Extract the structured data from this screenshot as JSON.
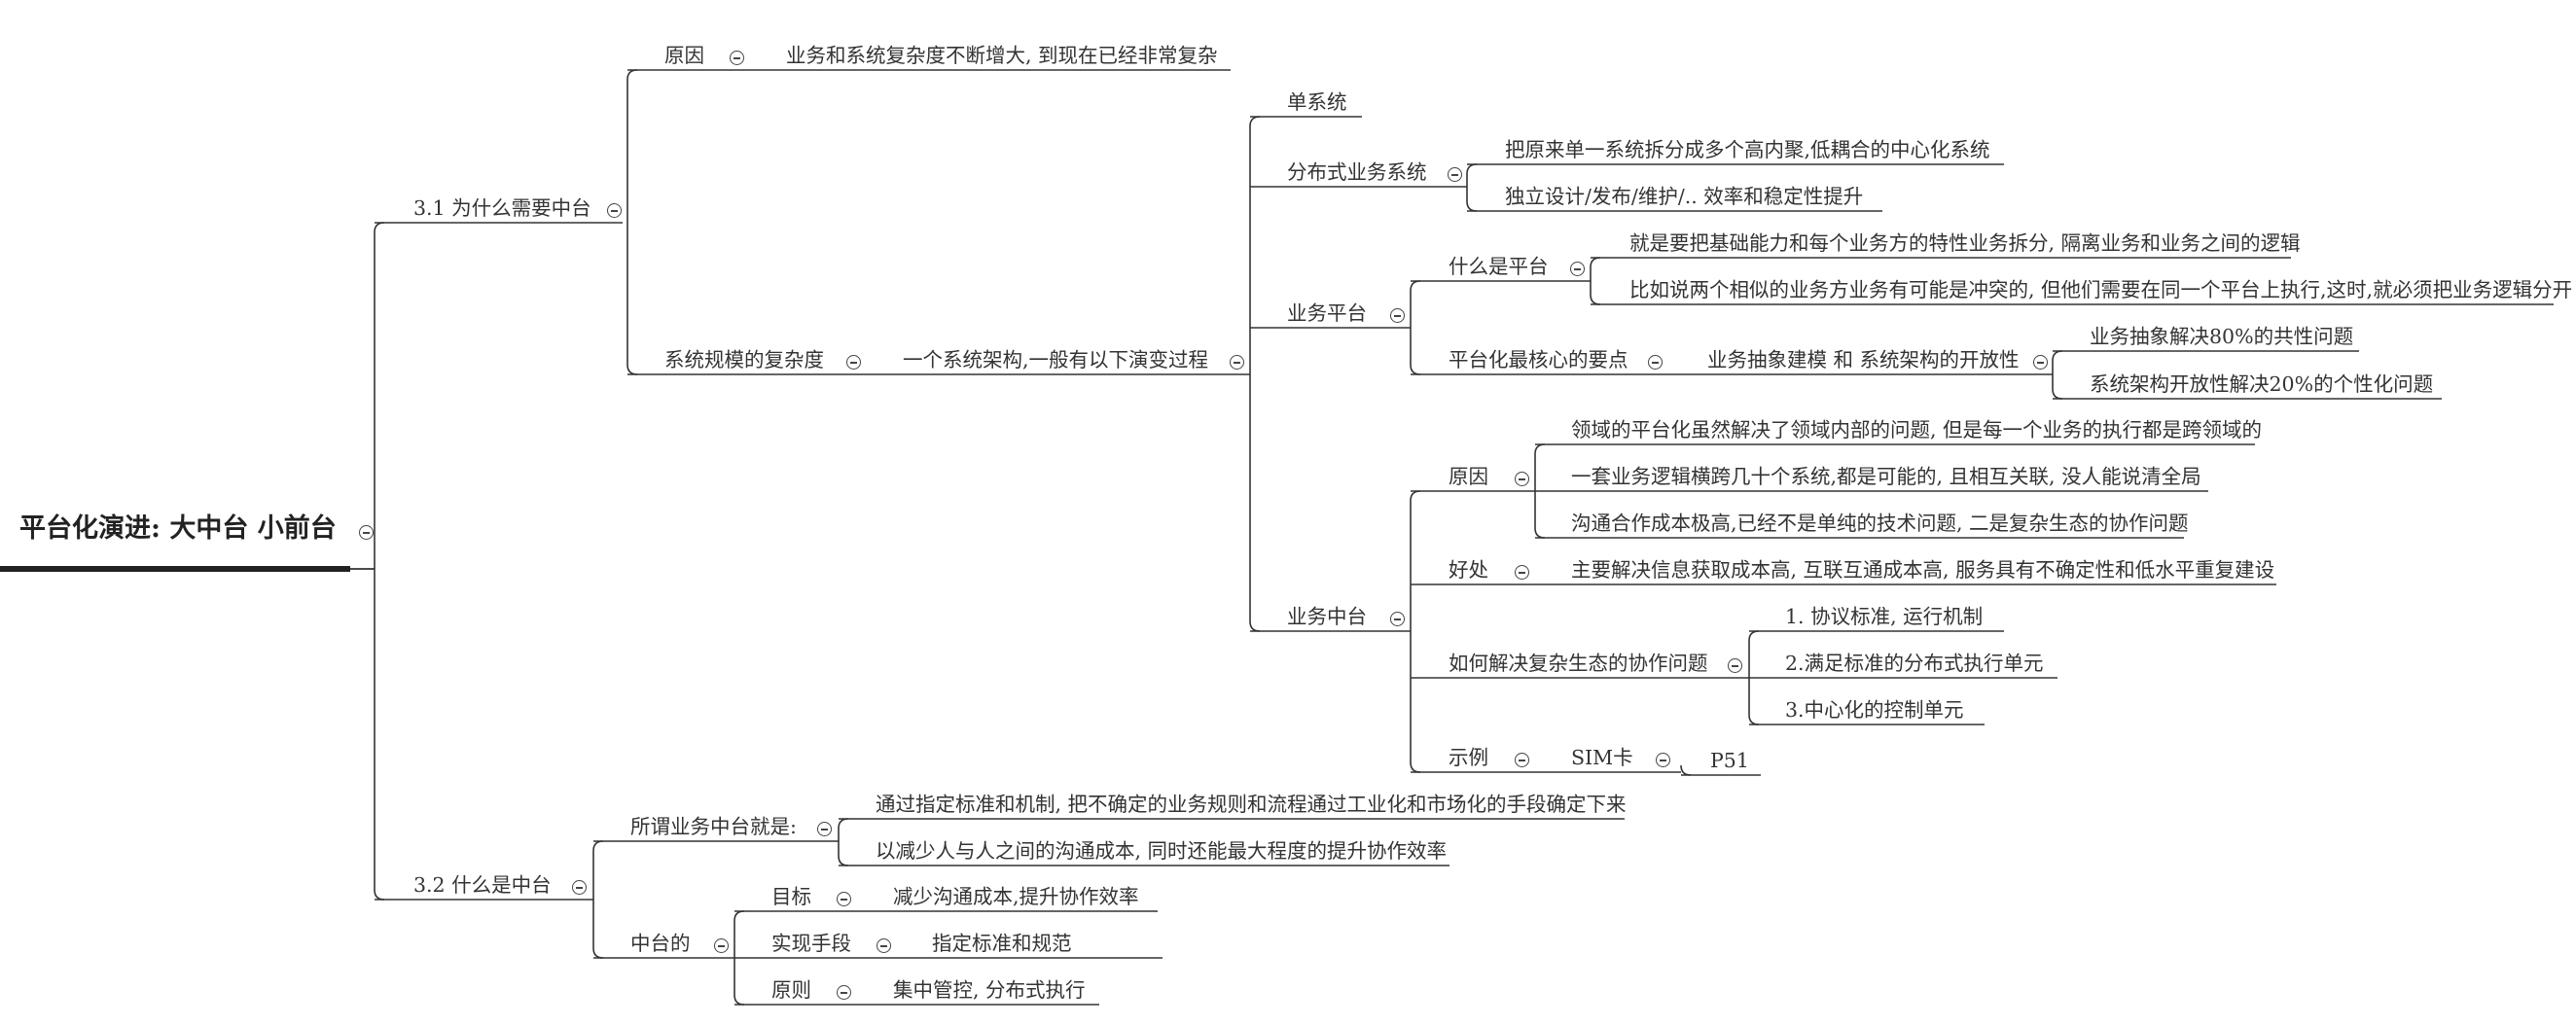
{
  "mindmap": {
    "root": "平台化演进: 大中台 小前台",
    "n31": "3.1 为什么需要中台",
    "n31_reason": "原因",
    "n31_reason_text": "业务和系统复杂度不断增大, 到现在已经非常复杂",
    "n31_complex": "系统规模的复杂度",
    "n31_arch": "一个系统架构,一般有以下演变过程",
    "single": "单系统",
    "dist": "分布式业务系统",
    "dist_1": "把原来单一系统拆分成多个高内聚,低耦合的中心化系统",
    "dist_2": "独立设计/发布/维护/.. 效率和稳定性提升",
    "platform": "业务平台",
    "what_platform": "什么是平台",
    "what_1": "就是要把基础能力和每个业务方的特性业务拆分, 隔离业务和业务之间的逻辑",
    "what_2": "比如说两个相似的业务方业务有可能是冲突的, 但他们需要在同一个平台上执行,这时,就必须把业务逻辑分开",
    "core": "平台化最核心的要点",
    "core_model": "业务抽象建模 和 系统架构的开放性",
    "core_1": "业务抽象解决80%的共性问题",
    "core_2": "系统架构开放性解决20%的个性化问题",
    "mid": "业务中台",
    "mid_reason": "原因",
    "mid_r1": "领域的平台化虽然解决了领域内部的问题, 但是每一个业务的执行都是跨领域的",
    "mid_r2": "一套业务逻辑横跨几十个系统,都是可能的, 且相互关联, 没人能说清全局",
    "mid_r3": "沟通合作成本极高,已经不是单纯的技术问题, 二是复杂生态的协作问题",
    "benefit": "好处",
    "benefit_text": "主要解决信息获取成本高, 互联互通成本高, 服务具有不确定性和低水平重复建设",
    "howto": "如何解决复杂生态的协作问题",
    "howto_1": "1. 协议标准, 运行机制",
    "howto_2": "2.满足标准的分布式执行单元",
    "howto_3": "3.中心化的控制单元",
    "example": "示例",
    "sim": "SIM卡",
    "p51": "P51",
    "n32": "3.2 什么是中台",
    "so_called": "所谓业务中台就是:",
    "so_1": "通过指定标准和机制, 把不确定的业务规则和流程通过工业化和市场化的手段确定下来",
    "so_2": "以减少人与人之间的沟通成本, 同时还能最大程度的提升协作效率",
    "of_mid": "中台的",
    "goal": "目标",
    "goal_text": "减少沟通成本,提升协作效率",
    "means": "实现手段",
    "means_text": "指定标准和规范",
    "principle": "原则",
    "principle_text": "集中管控, 分布式执行"
  }
}
